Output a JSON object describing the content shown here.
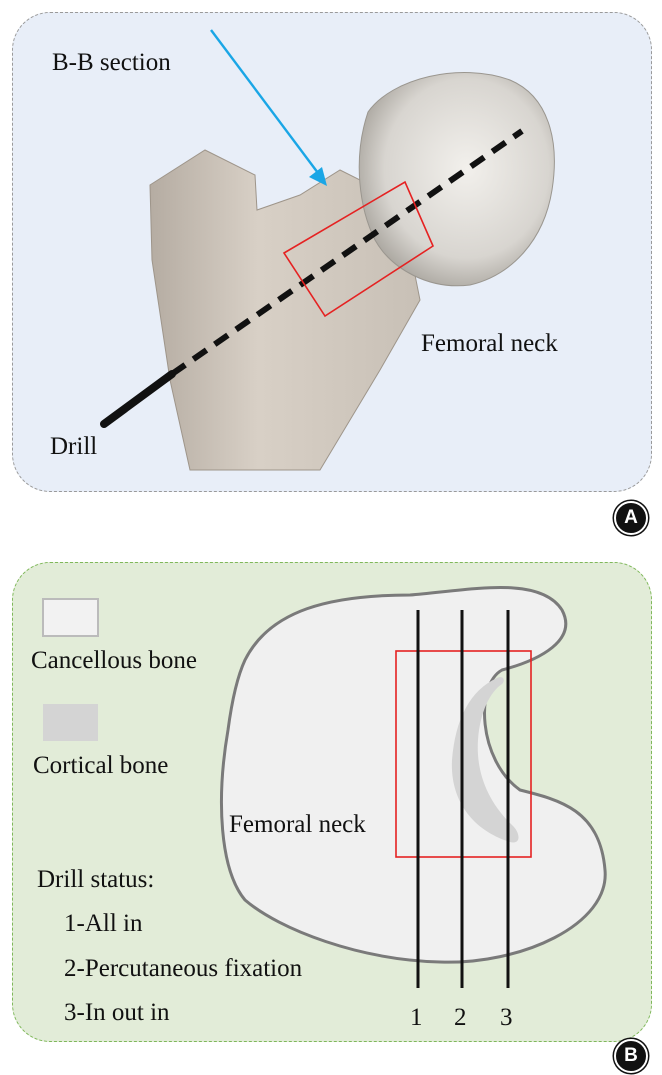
{
  "panel_a": {
    "badge": "A",
    "section_label": "B-B section",
    "neck_label": "Femoral neck",
    "drill_label": "Drill",
    "colors": {
      "arrow": "#1aa6e6",
      "section_box": "#e52222",
      "drill": "#111111"
    }
  },
  "panel_b": {
    "badge": "B",
    "legend": {
      "cancellous": "Cancellous bone",
      "cortical": "Cortical bone"
    },
    "neck_label": "Femoral neck",
    "drill_status": {
      "title": "Drill status:",
      "items": [
        "1-All in",
        "2-Percutaneous fixation",
        "3-In out in"
      ]
    },
    "drill_numbers": [
      "1",
      "2",
      "3"
    ],
    "colors": {
      "cancellous": "#f0f0f0",
      "cortical": "#d4d4d4",
      "outline": "#7a7a7a",
      "box": "#e52222"
    }
  }
}
